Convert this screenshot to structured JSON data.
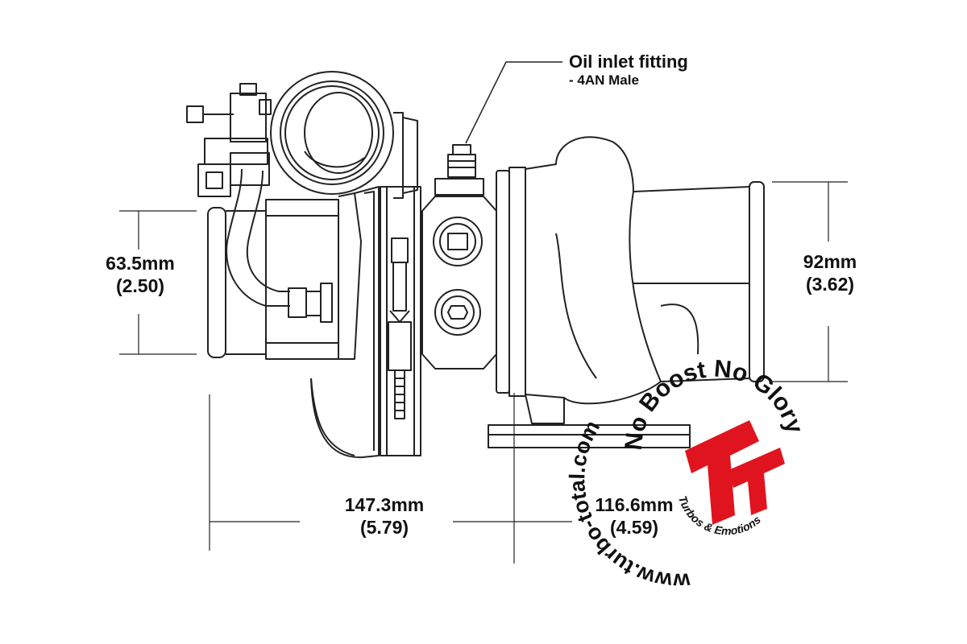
{
  "callouts": {
    "oil_inlet": {
      "title": "Oil inlet fitting",
      "subtitle": "- 4AN Male"
    }
  },
  "dimensions": {
    "compressor_inlet": {
      "metric": "63.5mm",
      "imperial": "(2.50)"
    },
    "turbine_outlet": {
      "metric": "92mm",
      "imperial": "(3.62)"
    },
    "overall_left": {
      "metric": "147.3mm",
      "imperial": "(5.79)"
    },
    "overall_right": {
      "metric": "116.6mm",
      "imperial": "(4.59)"
    }
  },
  "watermark": {
    "url": "www.turbo-total.com",
    "slogan": "No Boost No Glory",
    "tagline": "Turbos & Emotions",
    "logo_letters": "TT",
    "brand_color": "#e0141e"
  }
}
